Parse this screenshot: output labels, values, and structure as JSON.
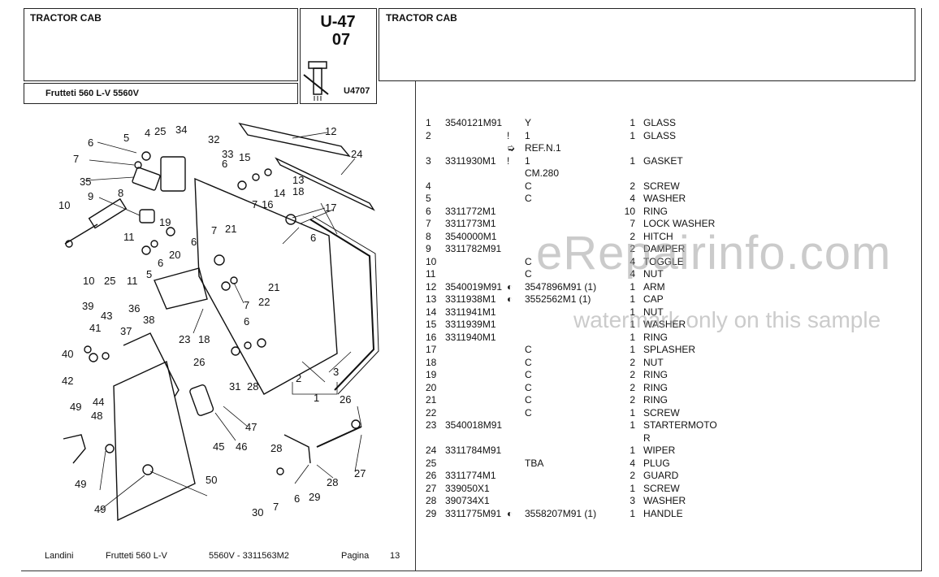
{
  "header": {
    "left_title": "TRACTOR CAB",
    "right_title": "TRACTOR CAB",
    "code_line1": "U-47",
    "code_line2": "07",
    "figure_code": "U4707",
    "model": "Frutteti 560 L-V  5560V"
  },
  "parts_columns": [
    "no",
    "part_number",
    "marker",
    "replacement",
    "qty",
    "description"
  ],
  "parts": [
    {
      "no": "1",
      "pn": "3540121M91",
      "mk": "",
      "rep": "Y",
      "qty": "1",
      "desc": "GLASS"
    },
    {
      "no": "2",
      "pn": "",
      "mk": "!",
      "rep": "1",
      "qty": "1",
      "desc": "GLASS"
    },
    {
      "no": "",
      "pn": "",
      "mk": "➭",
      "rep": "REF.N.1",
      "qty": "",
      "desc": ""
    },
    {
      "no": "3",
      "pn": "3311930M1",
      "mk": "!",
      "rep": "1",
      "qty": "1",
      "desc": "GASKET"
    },
    {
      "no": "",
      "pn": "",
      "mk": "",
      "rep": "CM.280",
      "qty": "",
      "desc": ""
    },
    {
      "no": "4",
      "pn": "",
      "mk": "",
      "rep": "C",
      "qty": "2",
      "desc": "SCREW"
    },
    {
      "no": "5",
      "pn": "",
      "mk": "",
      "rep": "C",
      "qty": "4",
      "desc": "WASHER"
    },
    {
      "no": "6",
      "pn": "3311772M1",
      "mk": "",
      "rep": "",
      "qty": "10",
      "desc": "RING"
    },
    {
      "no": "7",
      "pn": "3311773M1",
      "mk": "",
      "rep": "",
      "qty": "7",
      "desc": "LOCK WASHER"
    },
    {
      "no": "8",
      "pn": "3540000M1",
      "mk": "",
      "rep": "",
      "qty": "2",
      "desc": "HITCH"
    },
    {
      "no": "9",
      "pn": "3311782M91",
      "mk": "",
      "rep": "",
      "qty": "2",
      "desc": "DAMPER"
    },
    {
      "no": "10",
      "pn": "",
      "mk": "",
      "rep": "C",
      "qty": "4",
      "desc": "TOGGLE"
    },
    {
      "no": "11",
      "pn": "",
      "mk": "",
      "rep": "C",
      "qty": "4",
      "desc": "NUT"
    },
    {
      "no": "12",
      "pn": "3540019M91",
      "mk": "◐",
      "rep": "3547896M91  (1)",
      "qty": "1",
      "desc": "ARM"
    },
    {
      "no": "13",
      "pn": "3311938M1",
      "mk": "◐",
      "rep": "3552562M1  (1)",
      "qty": "1",
      "desc": "CAP"
    },
    {
      "no": "14",
      "pn": "3311941M1",
      "mk": "",
      "rep": "",
      "qty": "1",
      "desc": "NUT"
    },
    {
      "no": "15",
      "pn": "3311939M1",
      "mk": "",
      "rep": "",
      "qty": "1",
      "desc": "WASHER"
    },
    {
      "no": "16",
      "pn": "3311940M1",
      "mk": "",
      "rep": "",
      "qty": "1",
      "desc": "RING"
    },
    {
      "no": "17",
      "pn": "",
      "mk": "",
      "rep": "C",
      "qty": "1",
      "desc": "SPLASHER"
    },
    {
      "no": "18",
      "pn": "",
      "mk": "",
      "rep": "C",
      "qty": "2",
      "desc": "NUT"
    },
    {
      "no": "19",
      "pn": "",
      "mk": "",
      "rep": "C",
      "qty": "2",
      "desc": "RING"
    },
    {
      "no": "20",
      "pn": "",
      "mk": "",
      "rep": "C",
      "qty": "2",
      "desc": "RING"
    },
    {
      "no": "21",
      "pn": "",
      "mk": "",
      "rep": "C",
      "qty": "2",
      "desc": "RING"
    },
    {
      "no": "22",
      "pn": "",
      "mk": "",
      "rep": "C",
      "qty": "1",
      "desc": "SCREW"
    },
    {
      "no": "23",
      "pn": "3540018M91",
      "mk": "",
      "rep": "",
      "qty": "1",
      "desc": "STARTERMOTO"
    },
    {
      "no": "",
      "pn": "",
      "mk": "",
      "rep": "",
      "qty": "",
      "desc": "R"
    },
    {
      "no": "24",
      "pn": "3311784M91",
      "mk": "",
      "rep": "",
      "qty": "1",
      "desc": "WIPER"
    },
    {
      "no": "25",
      "pn": "",
      "mk": "",
      "rep": "TBA",
      "qty": "4",
      "desc": "PLUG"
    },
    {
      "no": "26",
      "pn": "3311774M1",
      "mk": "",
      "rep": "",
      "qty": "2",
      "desc": "GUARD"
    },
    {
      "no": "27",
      "pn": "339050X1",
      "mk": "",
      "rep": "",
      "qty": "1",
      "desc": "SCREW"
    },
    {
      "no": "28",
      "pn": "390734X1",
      "mk": "",
      "rep": "",
      "qty": "3",
      "desc": "WASHER"
    },
    {
      "no": "29",
      "pn": "3311775M91",
      "mk": "◐",
      "rep": "3558207M91  (1)",
      "qty": "1",
      "desc": "HANDLE"
    }
  ],
  "footer": {
    "brand": "Landini",
    "model": "Frutteti 560 L-V",
    "ref": "5560V - 3311563M2",
    "page_label": "Pagina",
    "page_number": "13"
  },
  "watermark": {
    "main": "eRepairinfo.com",
    "sub": "watermark only on this sample"
  },
  "callouts": [
    "1",
    "2",
    "3",
    "4",
    "5",
    "6",
    "7",
    "8",
    "9",
    "10",
    "11",
    "12",
    "13",
    "14",
    "15",
    "16",
    "17",
    "18",
    "19",
    "20",
    "21",
    "22",
    "23",
    "24",
    "25",
    "26",
    "27",
    "28",
    "29",
    "30",
    "31",
    "32",
    "33",
    "34",
    "35",
    "36",
    "37",
    "38",
    "39",
    "40",
    "41",
    "42",
    "43",
    "44",
    "45",
    "46",
    "47",
    "48",
    "49",
    "50"
  ]
}
